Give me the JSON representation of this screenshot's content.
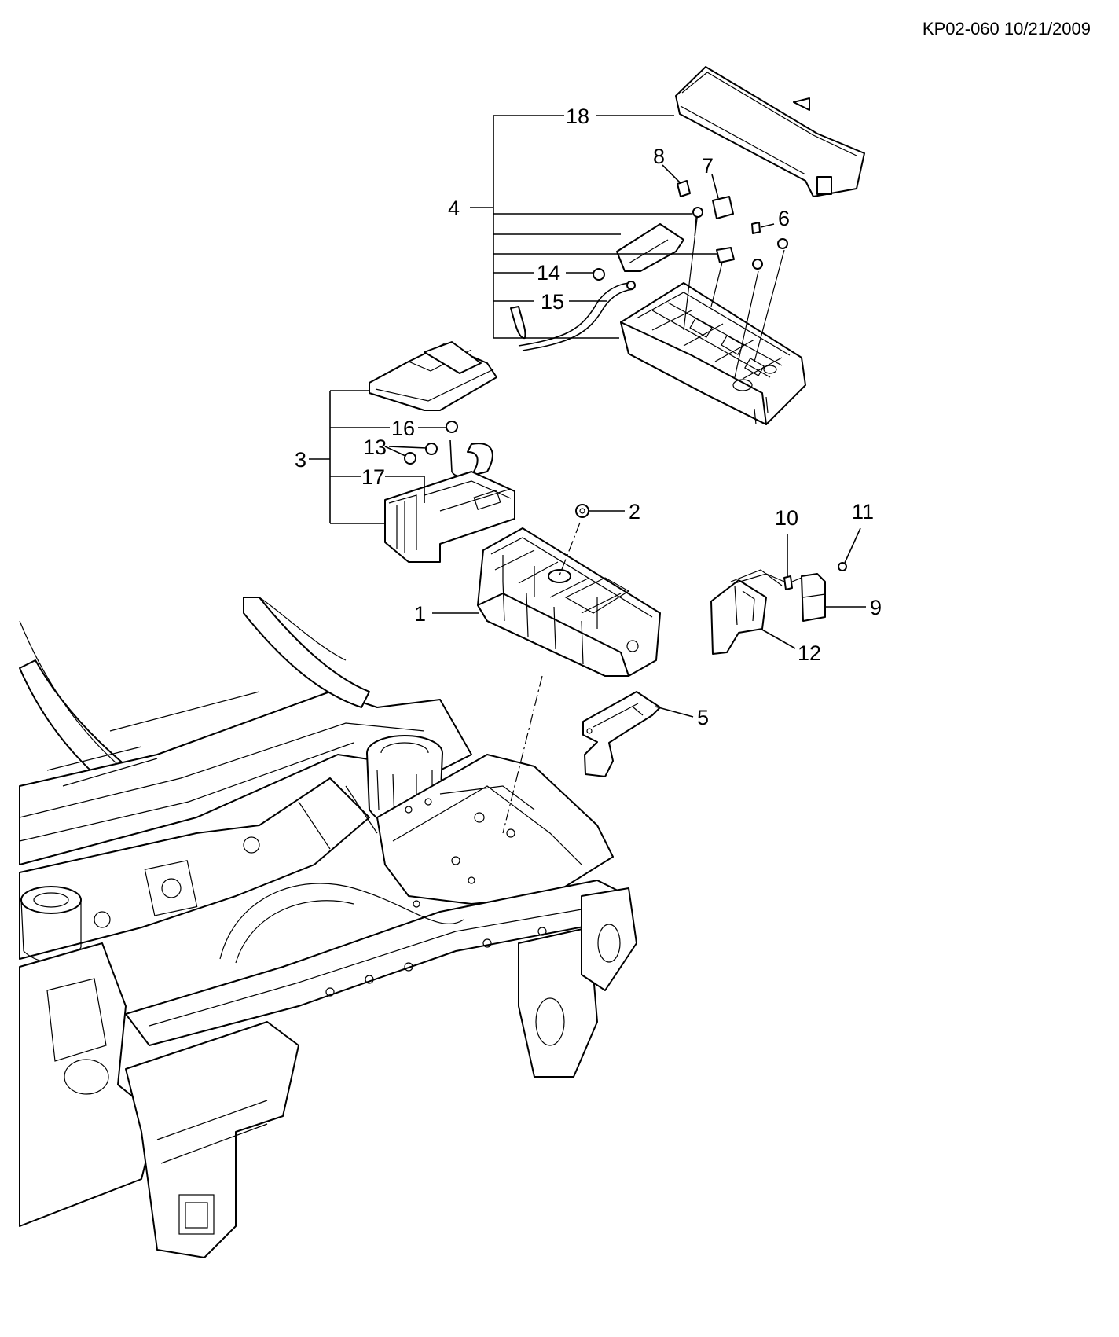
{
  "header": {
    "code": "KP02-060 10/21/2009"
  },
  "callouts": [
    {
      "id": "1",
      "text": "1"
    },
    {
      "id": "2",
      "text": "2"
    },
    {
      "id": "3",
      "text": "3"
    },
    {
      "id": "4",
      "text": "4"
    },
    {
      "id": "5",
      "text": "5"
    },
    {
      "id": "6",
      "text": "6"
    },
    {
      "id": "7",
      "text": "7"
    },
    {
      "id": "8",
      "text": "8"
    },
    {
      "id": "9",
      "text": "9"
    },
    {
      "id": "10",
      "text": "10"
    },
    {
      "id": "11",
      "text": "11"
    },
    {
      "id": "12",
      "text": "12"
    },
    {
      "id": "13",
      "text": "13"
    },
    {
      "id": "14",
      "text": "14"
    },
    {
      "id": "15",
      "text": "15"
    },
    {
      "id": "16",
      "text": "16"
    },
    {
      "id": "17",
      "text": "17"
    },
    {
      "id": "18",
      "text": "18"
    }
  ]
}
